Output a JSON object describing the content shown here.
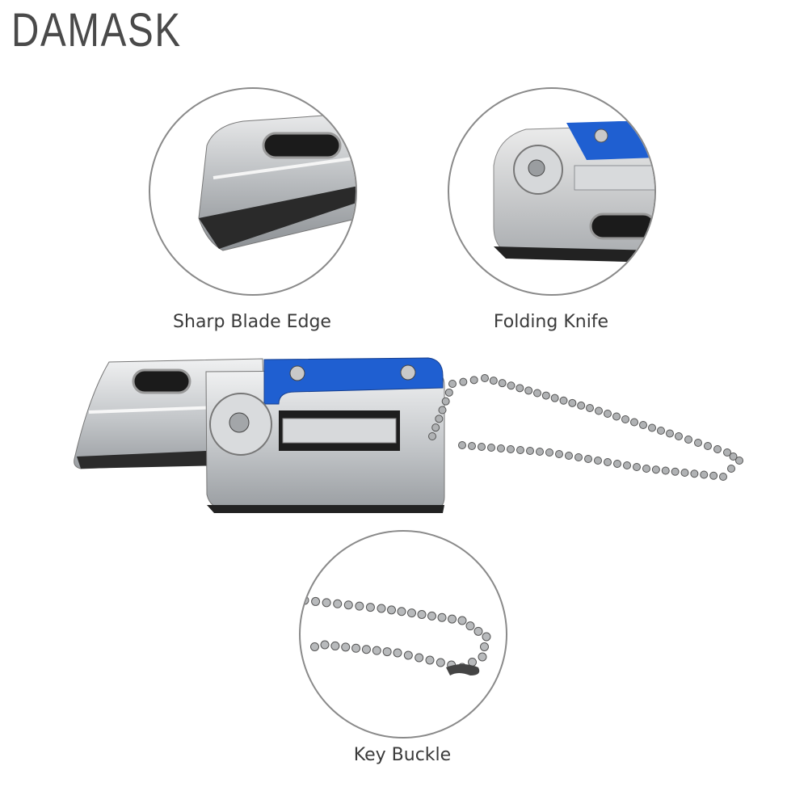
{
  "brand": "DAMASK",
  "details": [
    {
      "caption": "Sharp Blade Edge",
      "icon": "blade-edge-closeup"
    },
    {
      "caption": "Folding Knife",
      "icon": "pivot-closeup"
    },
    {
      "caption": "Key Buckle",
      "icon": "ball-chain-closeup"
    }
  ],
  "colors": {
    "accent_blue": "#1f5fd1",
    "steel": "#c9cbcd",
    "circle_border": "#8a8a8a",
    "brand_text": "#4a4a4a"
  }
}
